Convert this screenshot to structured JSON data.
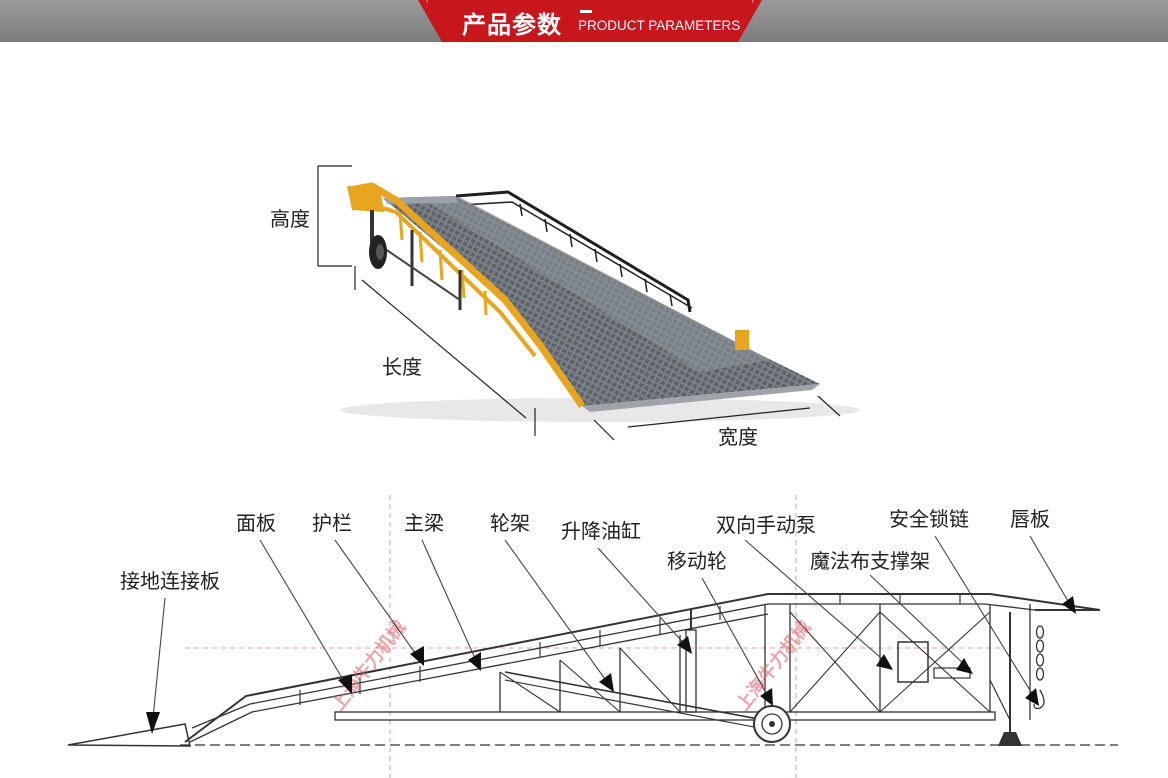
{
  "header": {
    "title_cn": "产品参数",
    "title_en": "PRODUCT PARAMETERS"
  },
  "dimensions": {
    "height": "高度",
    "length": "长度",
    "width": "宽度"
  },
  "parts": {
    "ground_plate": "接地连接板",
    "deck_panel": "面板",
    "guardrail": "护栏",
    "main_beam": "主梁",
    "wheel_frame": "轮架",
    "lift_cylinder": "升降油缸",
    "mobile_wheel": "移动轮",
    "hand_pump": "双向手动泵",
    "support_frame": "魔法布支撑架",
    "safety_chain": "安全锁链",
    "lip_plate": "唇板"
  },
  "watermark": "上海牛力机械",
  "colors": {
    "header_red": "#c8161d",
    "header_gray": "#8a8a8a",
    "ramp_yellow": "#e8a51f",
    "deck_gray": "#6c7278"
  }
}
